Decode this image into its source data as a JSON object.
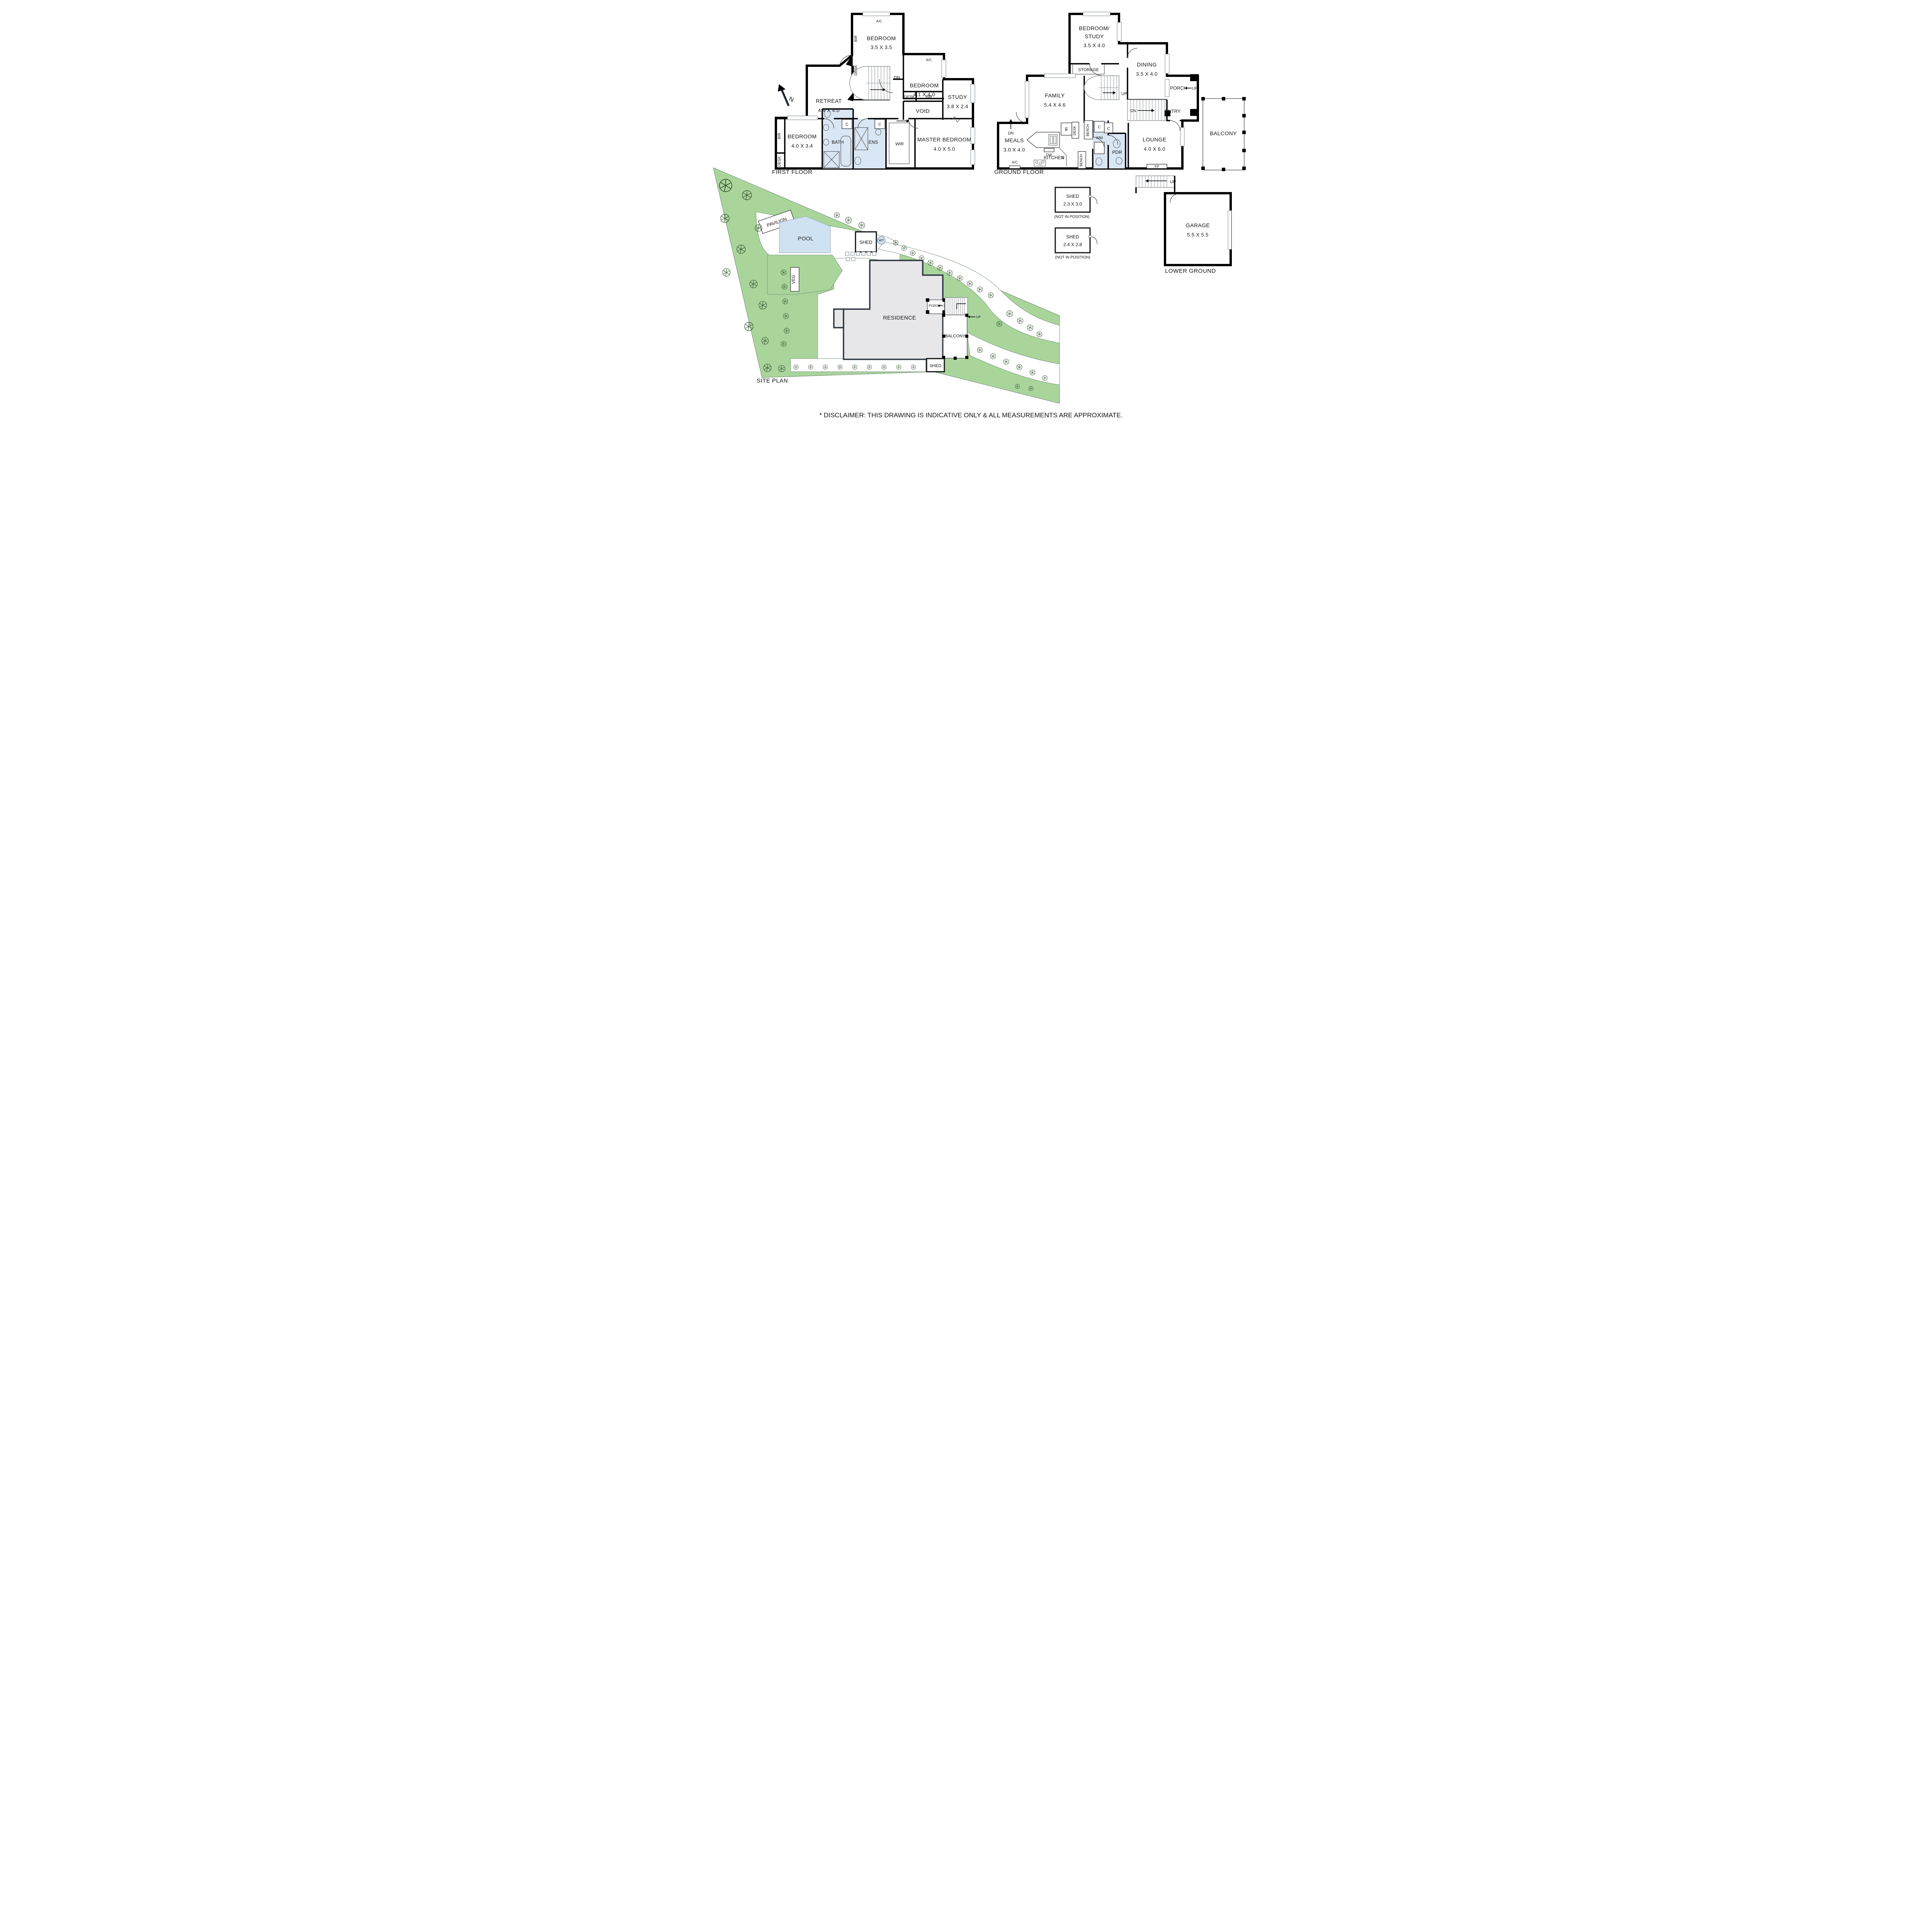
{
  "colors": {
    "wet_area": "#d9e6f4",
    "pool": "#cfe2f2",
    "garden_green": "#a9d59b",
    "residence_gray": "#e7e7ea",
    "wall_black": "#000000",
    "site_outline": "#2e3640"
  },
  "disclaimer": "* DISCLAIMER: THIS DRAWING IS INDICATIVE ONLY & ALL MEASUREMENTS ARE APPROXIMATE.",
  "first_floor": {
    "title": "FIRST FLOOR",
    "bed1": {
      "name": "BEDROOM",
      "dims": "3.5 X 3.5"
    },
    "bed2": {
      "name": "BEDROOM",
      "dims": "4.1 X 4.0"
    },
    "bed3": {
      "name": "BEDROOM",
      "dims": "4.0 X 3.4"
    },
    "retreat": {
      "name": "RETREAT",
      "dims": "4.4 X 4.0"
    },
    "study": {
      "name": "STUDY",
      "dims": "3.8 X 2.4"
    },
    "voidroom": {
      "name": "VOID"
    },
    "master": {
      "name": "MASTER BEDROOM",
      "dims": "4.0 X 5.0"
    },
    "bath": {
      "name": "BATH"
    },
    "ens": {
      "name": "ENS"
    },
    "wir": {
      "name": "WIR"
    },
    "bir": "BIR",
    "desk": "DESK",
    "ac": "A/C",
    "c": "C",
    "dn": "DN",
    "north": "N"
  },
  "ground_floor": {
    "title": "GROUND FLOOR",
    "bedstudy": {
      "name1": "BEDROOM/",
      "name2": "STUDY",
      "dims": "3.5 X 4.0"
    },
    "storage": "STORAGE",
    "dining": {
      "name": "DINING",
      "dims": "3.5 X 4.0"
    },
    "family": {
      "name": "FAMILY",
      "dims": "5.4 X 4.6"
    },
    "meals": {
      "name": "MEALS",
      "dims": "3.0 X 4.0"
    },
    "kitchen": "KITCHEN",
    "lounge": {
      "name": "LOUNGE",
      "dims": "4.0 X 6.0"
    },
    "entry": "ENTRY",
    "porch": "PORCH",
    "balcony": "BALCONY",
    "pdr": "PDR",
    "up": "UP",
    "dn": "DN",
    "desk": "DESK",
    "bench": "BENCH",
    "f": "F",
    "c": "C",
    "wm": "WM",
    "dw": "DW",
    "p": "P",
    "ac": "A/C",
    "fp": "FP"
  },
  "sheds": {
    "shed1": {
      "name": "SHED",
      "dims": "2.3 X 3.0",
      "note": "(NOT IN POSITION)"
    },
    "shed2": {
      "name": "SHED",
      "dims": "2.4 X 2.8",
      "note": "(NOT IN POSITION)"
    }
  },
  "lower_ground": {
    "title": "LOWER GROUND",
    "garage": {
      "name": "GARAGE",
      "dims": "5.5 X 5.5"
    },
    "up": "UP"
  },
  "site_plan": {
    "title": "SITE PLAN",
    "pavilion": "PAVILION",
    "pool": "POOL",
    "shed_top": "SHED",
    "wt": "WT",
    "veg": "VEG",
    "residence": "RESIDENCE",
    "porch": "PORCH",
    "up": "UP",
    "balcony": "BALCONY",
    "shed_bottom": "SHED"
  }
}
